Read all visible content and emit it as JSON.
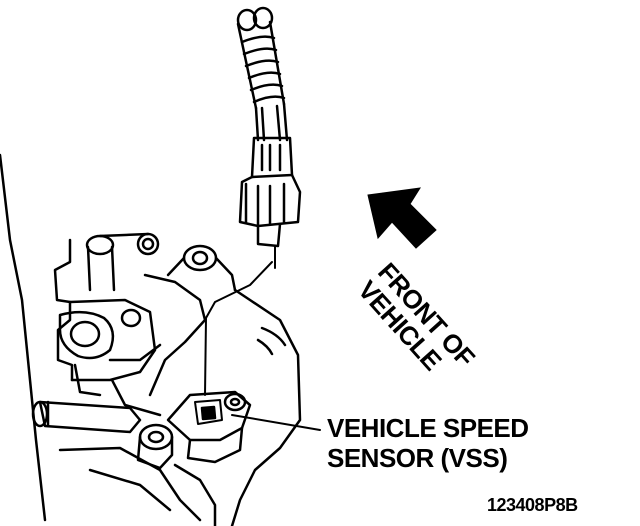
{
  "labels": {
    "front_line1": "FRONT OF",
    "front_line2": "VEHICLE",
    "sensor_line1": "VEHICLE SPEED",
    "sensor_line2": "SENSOR (VSS)",
    "figure_id": "123408P8B"
  },
  "colors": {
    "ink": "#000000",
    "paper": "#ffffff"
  }
}
